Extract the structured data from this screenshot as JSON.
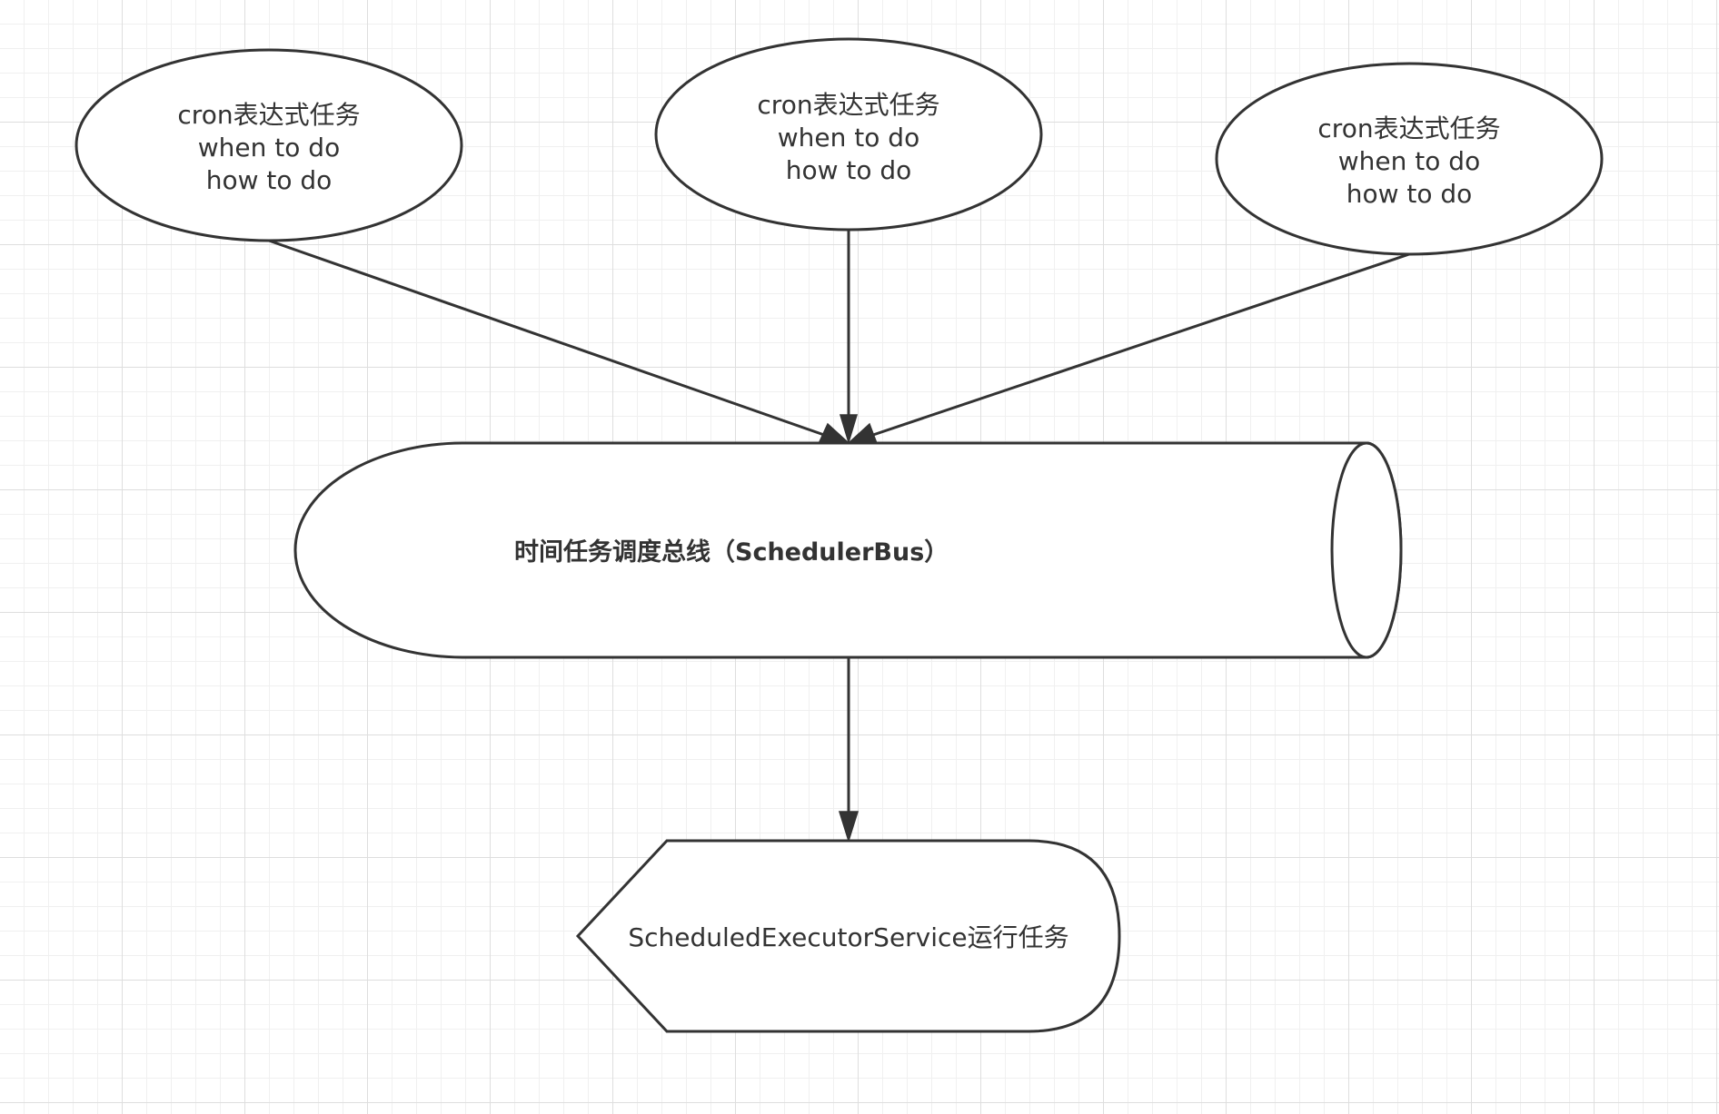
{
  "diagram": {
    "task_nodes": [
      {
        "lines": [
          "cron表达式任务",
          "when to do",
          "how to do"
        ]
      },
      {
        "lines": [
          "cron表达式任务",
          "when to do",
          "how to do"
        ]
      },
      {
        "lines": [
          "cron表达式任务",
          "when to do",
          "how to do"
        ]
      }
    ],
    "bus": {
      "label": "时间任务调度总线（SchedulerBus）"
    },
    "executor": {
      "label": "ScheduledExecutorService运行任务"
    },
    "edges": [
      {
        "from": "task-1",
        "to": "bus"
      },
      {
        "from": "task-2",
        "to": "bus"
      },
      {
        "from": "task-3",
        "to": "bus"
      },
      {
        "from": "bus",
        "to": "executor"
      }
    ],
    "colors": {
      "stroke": "#333333",
      "fill": "#ffffff",
      "grid": "#dedede"
    }
  }
}
